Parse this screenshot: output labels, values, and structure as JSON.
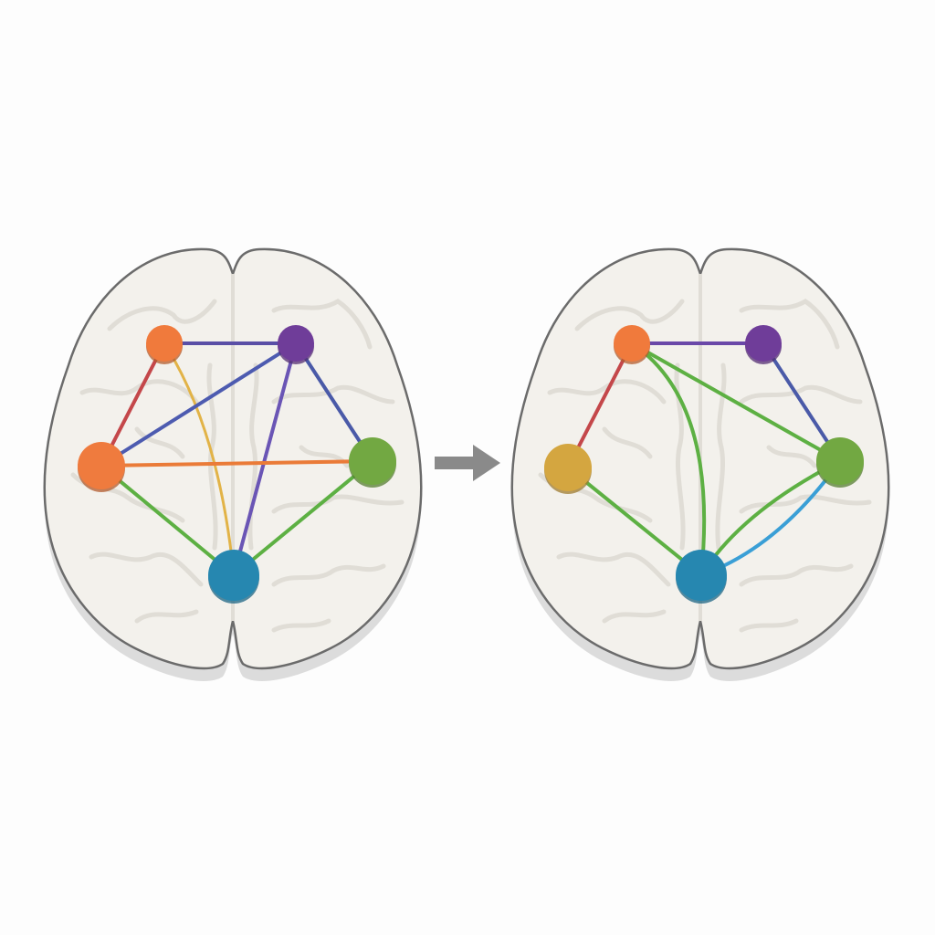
{
  "colors": {
    "brain_fill": "#f3f1ec",
    "brain_outline": "#6b6b6b",
    "brain_shadow": "#dcdcdc",
    "gyri": "#e0ddd6",
    "arrow": "#8a8a8a"
  },
  "before": {
    "nodes": [
      {
        "id": "a",
        "color": "#f07a3c"
      },
      {
        "id": "b",
        "color": "#6f3d99"
      },
      {
        "id": "c",
        "color": "#ef7b3e"
      },
      {
        "id": "d",
        "color": "#72a842"
      },
      {
        "id": "e",
        "color": "#2687b0"
      }
    ],
    "edges": [
      {
        "from": "a",
        "to": "b",
        "color": "#5a4fa6"
      },
      {
        "from": "a",
        "to": "c",
        "color": "#c4474a"
      },
      {
        "from": "a",
        "to": "e",
        "color": "#e2b347",
        "curved": true
      },
      {
        "from": "c",
        "to": "b",
        "color": "#4d5bb0"
      },
      {
        "from": "b",
        "to": "e",
        "color": "#6a55b5"
      },
      {
        "from": "b",
        "to": "d",
        "color": "#4a5aa8"
      },
      {
        "from": "c",
        "to": "d",
        "color": "#ea7b38"
      },
      {
        "from": "c",
        "to": "e",
        "color": "#5db043"
      },
      {
        "from": "d",
        "to": "e",
        "color": "#5db043"
      }
    ]
  },
  "after": {
    "nodes": [
      {
        "id": "a",
        "color": "#f07a3c"
      },
      {
        "id": "b",
        "color": "#6f3d99"
      },
      {
        "id": "c",
        "color": "#d4a640"
      },
      {
        "id": "d",
        "color": "#72a842"
      },
      {
        "id": "e",
        "color": "#2687b0"
      }
    ],
    "edges": [
      {
        "from": "a",
        "to": "b",
        "color": "#6a48a8"
      },
      {
        "from": "a",
        "to": "c",
        "color": "#c4474a"
      },
      {
        "from": "a",
        "to": "e",
        "color": "#5db043",
        "curved": true
      },
      {
        "from": "a",
        "to": "d",
        "color": "#5db043"
      },
      {
        "from": "b",
        "to": "d",
        "color": "#4a5aa8"
      },
      {
        "from": "c",
        "to": "e",
        "color": "#5db043"
      },
      {
        "from": "e",
        "to": "d",
        "color": "#5db043",
        "curved": true
      },
      {
        "from": "e",
        "to": "d",
        "color": "#3a9fd6",
        "curved": true,
        "alt": true
      }
    ]
  }
}
